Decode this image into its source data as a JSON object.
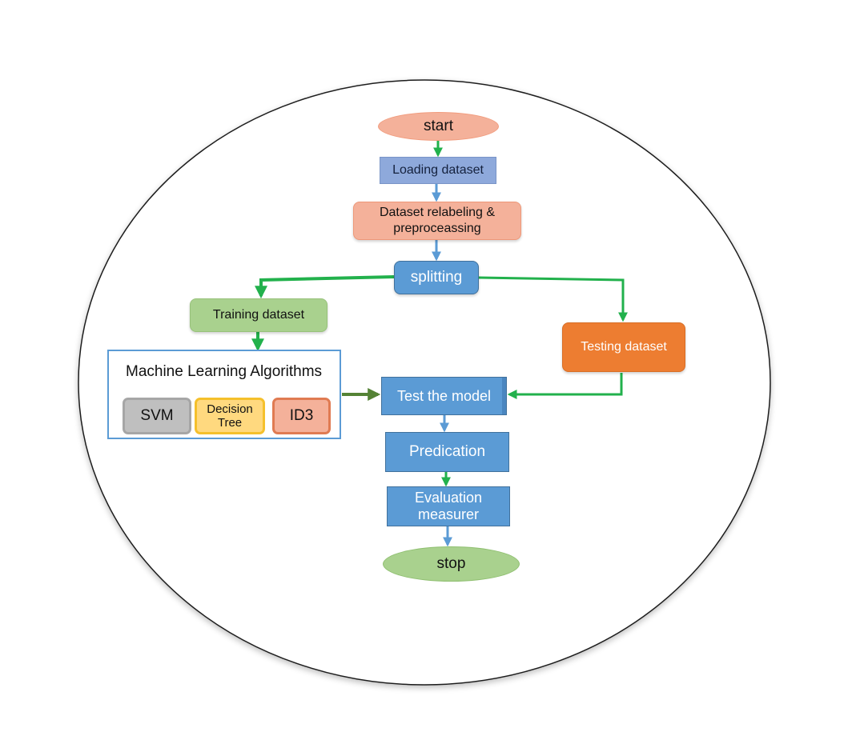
{
  "nodes": {
    "start": {
      "label": "start"
    },
    "loading": {
      "label": "Loading dataset"
    },
    "relabel": {
      "label": "Dataset relabeling &\npreproceassing"
    },
    "splitting": {
      "label": "splitting"
    },
    "training": {
      "label": "Training dataset"
    },
    "testing": {
      "label": "Testing dataset"
    },
    "algorithms": {
      "title": "Machine Learning Algorithms",
      "items": [
        {
          "label": "SVM"
        },
        {
          "label": "Decision\nTree"
        },
        {
          "label": "ID3"
        }
      ]
    },
    "test_model": {
      "label": "Test the model"
    },
    "predication": {
      "label": "Predication"
    },
    "evaluation": {
      "label": "Evaluation\nmeasurer"
    },
    "stop": {
      "label": "stop"
    }
  },
  "colors": {
    "orange_light": "#F4B19A",
    "blue_light": "#8EA9DB",
    "blue_mid": "#5B9BD5",
    "green_light": "#A9D18E",
    "orange_dark": "#ED7D31",
    "gray": "#BFBFBF",
    "yellow": "#FFD966",
    "arrow_green": "#22B14C",
    "arrow_blue": "#5B9BD5"
  }
}
